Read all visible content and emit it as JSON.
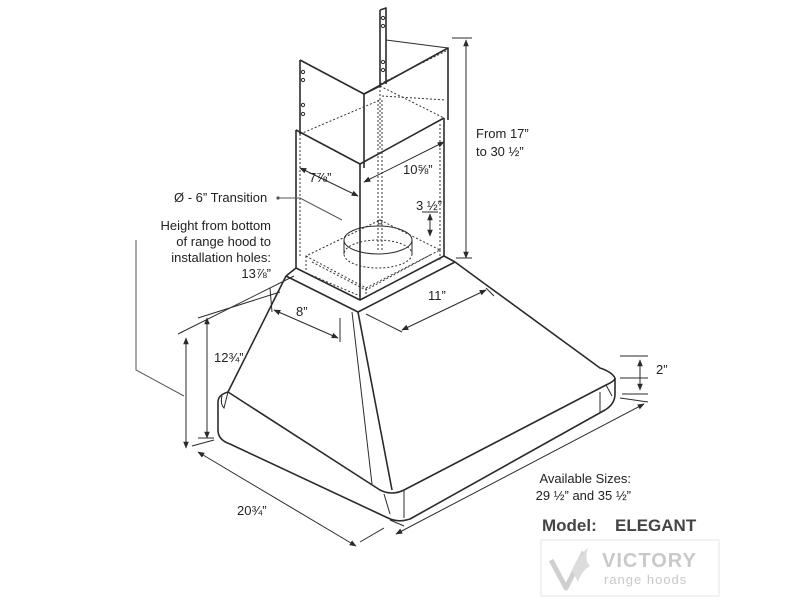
{
  "model": {
    "label": "Model:",
    "name": "ELEGANT"
  },
  "logo": {
    "brand": "VICTORY",
    "tagline": "range hoods",
    "colors": {
      "mark": "#d0d0d0",
      "text": "#c9c9c9"
    }
  },
  "dimensions": {
    "chimney_height_line1": "From 17”",
    "chimney_height_line2": "to 30 ½”",
    "chimney_depth": "7⅞”",
    "chimney_width": "10⅝”",
    "transition": "Ø - 6” Transition",
    "transition_offset": "3 ½”",
    "install_holes_line1": "Height from bottom",
    "install_holes_line2": "of range hood to",
    "install_holes_line3": "installation holes:",
    "install_holes_value": "13⅞”",
    "top_depth": "8”",
    "top_width": "11”",
    "hood_height": "12¾”",
    "front_band": "2”",
    "hood_depth": "20¾”",
    "sizes_title": "Available Sizes:",
    "sizes_values": "29 ½” and 35 ½”"
  },
  "colors": {
    "line": "#2b2b2b",
    "text": "#222222",
    "model_text": "#444444",
    "background": "#ffffff"
  }
}
